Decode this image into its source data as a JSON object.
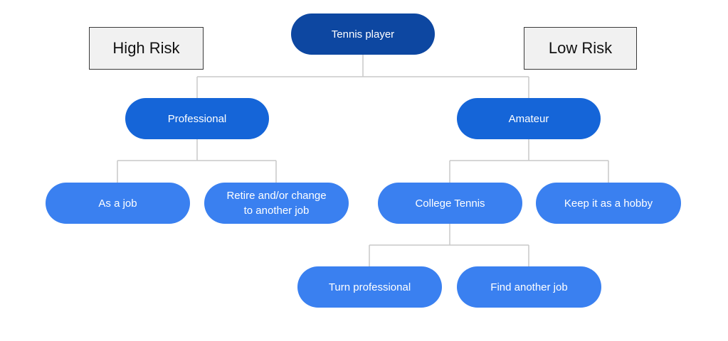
{
  "colors": {
    "root": "#0d47a1",
    "level1": "#1565d8",
    "level2": "#3a80f0",
    "connector": "#c8c8c8",
    "legend_bg": "#f1f1f1",
    "legend_border": "#3a3a3a"
  },
  "legend": {
    "high_risk": "High Risk",
    "low_risk": "Low Risk"
  },
  "tree": {
    "root": "Tennis player",
    "professional": "Professional",
    "amateur": "Amateur",
    "as_a_job": "As a job",
    "retire": "Retire and/or change\nto another job",
    "college_tennis": "College Tennis",
    "hobby": "Keep it as a hobby",
    "turn_professional": "Turn professional",
    "find_another_job": "Find another job"
  }
}
